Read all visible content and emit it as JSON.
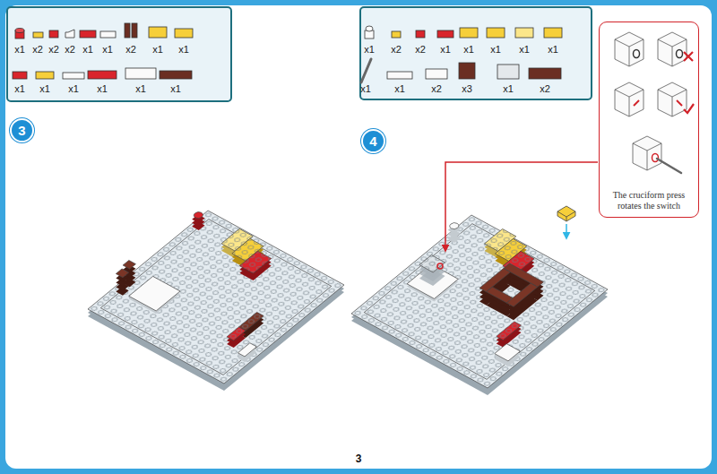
{
  "diagram": {
    "nodes": [
      {
        "text": [
          "3"
        ]
      },
      {
        "text": [
          "4"
        ]
      },
      {
        "text": [
          "The cruciform press rotates the switch"
        ]
      }
    ],
    "labels": [
      "x1",
      "x2",
      "x2",
      "x2",
      "x1",
      "x1",
      "x2",
      "x1",
      "x1",
      "x1",
      "x1",
      "x1",
      "x1",
      "x1",
      "x1",
      "x1",
      "x2",
      "x2",
      "x1",
      "x1",
      "x1",
      "x1",
      "x1",
      "x1",
      "x1",
      "x2",
      "x3",
      "x1",
      "x2",
      "3"
    ]
  }
}
